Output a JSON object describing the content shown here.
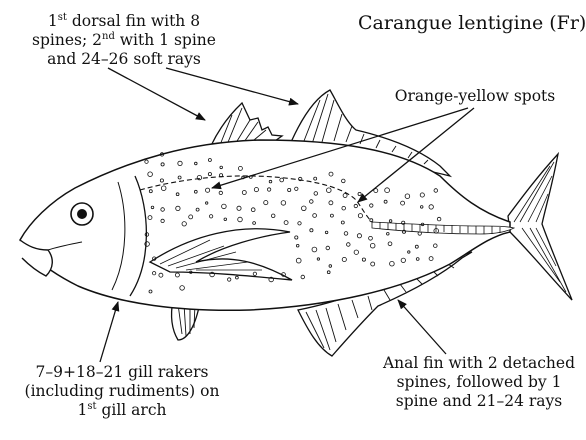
{
  "title": "Carangue lentigine (Fr)",
  "labels": {
    "dorsal": {
      "l1_a": "1",
      "l1_sup": "st",
      "l1_b": " dorsal fin with 8",
      "l2_a": "spines; 2",
      "l2_sup": "nd",
      "l2_b": " with 1 spine",
      "l3": "and 24–26 soft rays"
    },
    "spots": "Orange-yellow spots",
    "anal": {
      "l1": "Anal fin with 2 detached",
      "l2": "spines, followed by 1",
      "l3": "spine and 21–24 rays"
    },
    "gill": {
      "l1": "7–9+18–21 gill rakers",
      "l2": "(including rudiments) on",
      "l3_a": "1",
      "l3_sup": "st",
      "l3_b": " gill arch"
    }
  },
  "colors": {
    "ink": "#111111",
    "background": "#ffffff"
  }
}
